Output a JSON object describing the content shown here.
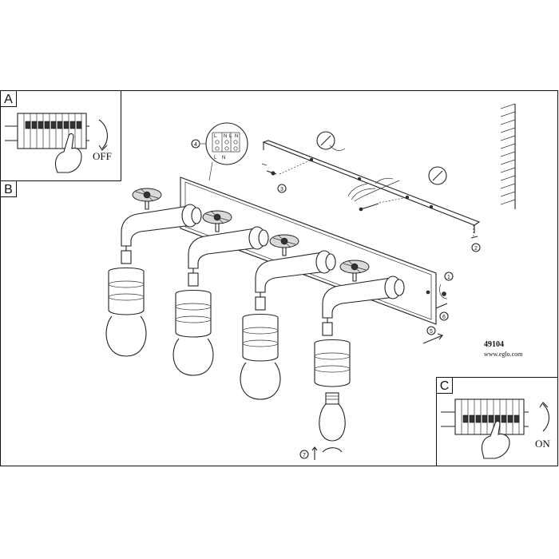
{
  "panels": {
    "a": {
      "letter": "A",
      "action": "OFF"
    },
    "b": {
      "letter": "B"
    },
    "c": {
      "letter": "C",
      "action": "ON"
    }
  },
  "product": {
    "model": "49104",
    "website": "www.eglo.com"
  },
  "terminal_block": {
    "top_letters": [
      "L",
      "N",
      "L",
      "N"
    ],
    "bottom_letters": [
      "L",
      "N"
    ]
  },
  "steps": [
    {
      "n": "1"
    },
    {
      "n": "2"
    },
    {
      "n": "3"
    },
    {
      "n": "4"
    },
    {
      "n": "5"
    },
    {
      "n": "6"
    },
    {
      "n": "7"
    }
  ]
}
